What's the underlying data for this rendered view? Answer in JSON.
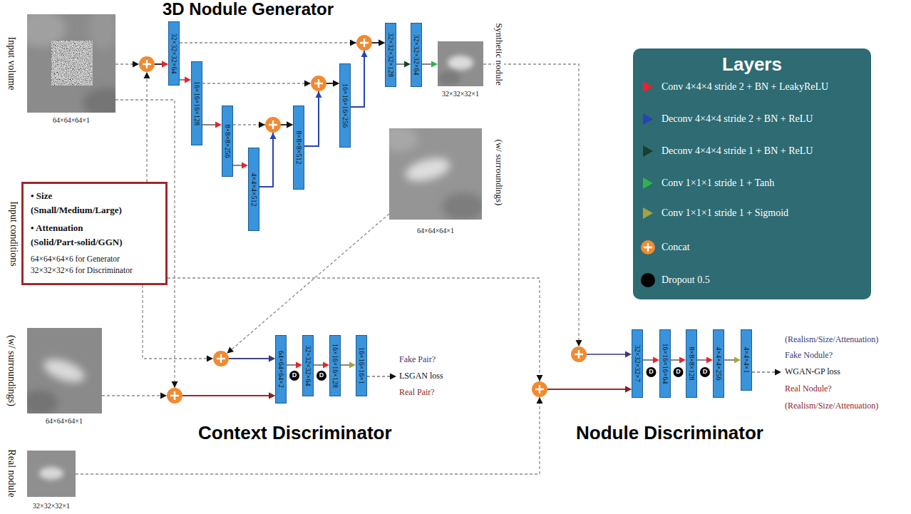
{
  "diagram": {
    "nodes": [
      {
        "text": [
          "Input volume",
          "64×64×64×1"
        ]
      },
      {
        "text": [
          "32×32×32×64"
        ]
      },
      {
        "text": [
          "16×16×16×128"
        ]
      },
      {
        "text": [
          "8×8×8×256"
        ]
      },
      {
        "text": [
          "4×4×4×512"
        ]
      },
      {
        "text": [
          "8×8×8×512"
        ]
      },
      {
        "text": [
          "16×16×16×256"
        ]
      },
      {
        "text": [
          "32×32×32×128"
        ]
      },
      {
        "text": [
          "32×32×32×64"
        ]
      },
      {
        "text": [
          "Synthetic nodule",
          "32×32×32×1"
        ]
      },
      {
        "text": [
          "Input conditions",
          "• Size",
          "(Small/Medium/Large)",
          "• Attenuation",
          "(Solid/Part-solid/GGN)",
          "64×64×64×6 for Generator",
          "32×32×32×6 for Discriminator"
        ]
      },
      {
        "text": [
          "(w/ surroundings)",
          "64×64×64×1"
        ]
      },
      {
        "text": [
          "(w/ surroundings)",
          "64×64×64×1"
        ]
      },
      {
        "text": [
          "64×64×64×2"
        ]
      },
      {
        "text": [
          "32×32×32×64"
        ]
      },
      {
        "text": [
          "16×16×16×128"
        ]
      },
      {
        "text": [
          "16×16×16×1"
        ]
      },
      {
        "text": [
          "32×32×32×7"
        ]
      },
      {
        "text": [
          "16×16×16×64"
        ]
      },
      {
        "text": [
          "8×8×8×128"
        ]
      },
      {
        "text": [
          "4×4×4×256"
        ]
      },
      {
        "text": [
          "4×4×4×1"
        ]
      },
      {
        "text": [
          "Real nodule",
          "32×32×32×1"
        ]
      }
    ],
    "edges": [
      {
        "from": 0,
        "to": 1,
        "arrow": "to"
      },
      {
        "from": 10,
        "to": 1,
        "arrow": "to"
      },
      {
        "from": 1,
        "to": 2,
        "arrow": "to"
      },
      {
        "from": 2,
        "to": 3,
        "arrow": "to"
      },
      {
        "from": 3,
        "to": 4,
        "arrow": "to"
      },
      {
        "from": 4,
        "to": 5,
        "arrow": "to"
      },
      {
        "from": 3,
        "to": 5,
        "arrow": "to"
      },
      {
        "from": 5,
        "to": 6,
        "arrow": "to"
      },
      {
        "from": 2,
        "to": 6,
        "arrow": "to"
      },
      {
        "from": 6,
        "to": 7,
        "arrow": "to"
      },
      {
        "from": 1,
        "to": 7,
        "arrow": "to"
      },
      {
        "from": 7,
        "to": 8,
        "arrow": "to"
      },
      {
        "from": 8,
        "to": 9,
        "arrow": "to"
      },
      {
        "from": 9,
        "to": 17,
        "arrow": "to"
      },
      {
        "from": 11,
        "to": 13,
        "arrow": "to"
      },
      {
        "from": 0,
        "to": 13,
        "arrow": "to"
      },
      {
        "from": 10,
        "to": 13,
        "arrow": "to"
      },
      {
        "from": 12,
        "to": 13,
        "arrow": "to"
      },
      {
        "from": 13,
        "to": 14,
        "arrow": "to"
      },
      {
        "from": 14,
        "to": 15,
        "arrow": "to"
      },
      {
        "from": 15,
        "to": 16,
        "arrow": "to"
      },
      {
        "from": 10,
        "to": 17,
        "arrow": "to"
      },
      {
        "from": 22,
        "to": 17,
        "arrow": "to"
      },
      {
        "from": 17,
        "to": 18,
        "arrow": "to"
      },
      {
        "from": 18,
        "to": 19,
        "arrow": "to"
      },
      {
        "from": 19,
        "to": 20,
        "arrow": "to"
      },
      {
        "from": 20,
        "to": 21,
        "arrow": "to"
      }
    ],
    "labels": [
      "3D Nodule Generator",
      "Context Discriminator",
      "Nodule Discriminator",
      "Fake Pair?",
      "LSGAN loss",
      "Real Pair?",
      "(Realism/Size/Attenuation)",
      "Fake Nodule?",
      "WGAN-GP loss",
      "Real Nodule?",
      "(Realism/Size/Attenuation)",
      "Layers",
      "D",
      "D",
      "D",
      "D",
      "D",
      "D"
    ],
    "legend": [
      {
        "text": "Conv 4×4×4 stride 2 + BN + LeakyReLU",
        "color": "#e8232b"
      },
      {
        "text": "Deconv 4×4×4 stride 2 + BN + ReLU",
        "color": "#2743b5"
      },
      {
        "text": "Deconv 4×4×4 stride 1 + BN + ReLU",
        "color": "#17412c"
      },
      {
        "text": "Conv 1×1×1 stride 1 + Tanh",
        "color": "#2fb34a"
      },
      {
        "text": "Conv 1×1×1 stride 1 + Sigmoid",
        "color": "#a4a43c"
      },
      {
        "text": "Concat",
        "color": "#f28a30"
      },
      {
        "text": "Dropout 0.5",
        "color": "#000000"
      }
    ]
  }
}
